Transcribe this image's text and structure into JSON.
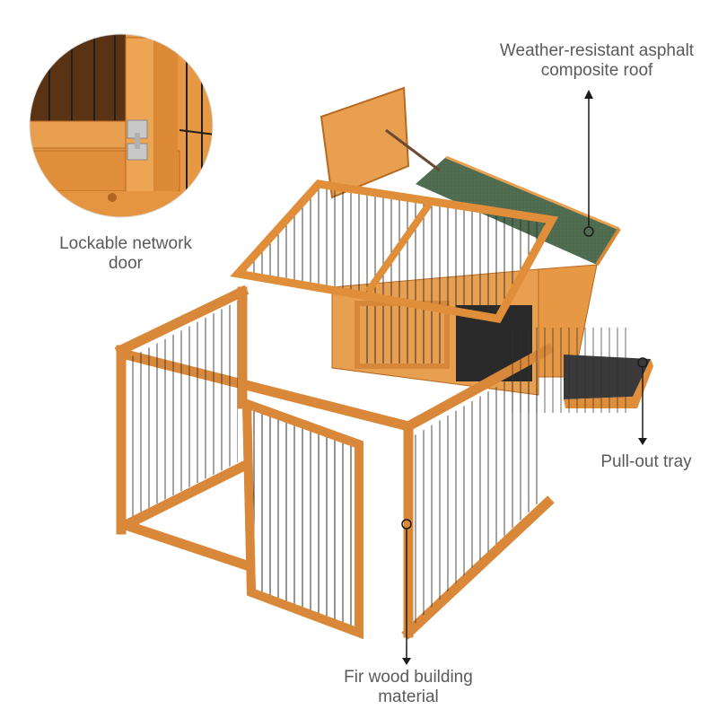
{
  "product": {
    "subject": "wooden rabbit hutch with run",
    "colors": {
      "wood": "#E0913E",
      "wood_dark": "#B86A22",
      "wood_light": "#F2B56A",
      "roof": "#4E6B50",
      "wire": "#2E2E2E",
      "tray": "#3A3A3A",
      "annotation": "#1A1A1A",
      "label_text": "#5A5A5A",
      "background": "#FFFFFF"
    }
  },
  "callouts": [
    {
      "id": "roof",
      "line1": "Weather-resistant asphalt",
      "line2": "composite roof"
    },
    {
      "id": "door",
      "line1": "Lockable network",
      "line2": "door"
    },
    {
      "id": "tray",
      "line1": "Pull-out tray",
      "line2": ""
    },
    {
      "id": "wood",
      "line1": "Fir wood building",
      "line2": "material"
    }
  ]
}
